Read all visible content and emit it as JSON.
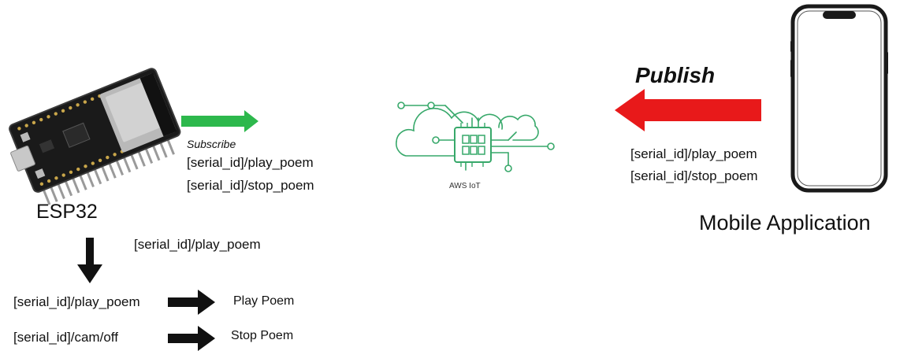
{
  "esp32": {
    "label": "ESP32",
    "icon": "esp32-board-icon"
  },
  "subscribe": {
    "label": "Subscribe",
    "topics": [
      "[serial_id]/play_poem",
      "[serial_id]/stop_poem"
    ],
    "arrow_color": "#2db84c"
  },
  "aws": {
    "label": "AWS IoT",
    "icon": "aws-iot-cloud-icon",
    "color": "#37a86a"
  },
  "publish": {
    "label": "Publish",
    "topics": [
      "[serial_id]/play_poem",
      "[serial_id]/stop_poem"
    ],
    "arrow_color": "#e8191a"
  },
  "mobile": {
    "label": "Mobile Application",
    "icon": "smartphone-icon"
  },
  "flow": {
    "incoming_topic": "[serial_id]/play_poem",
    "mappings": [
      {
        "topic": "[serial_id]/play_poem",
        "action": "Play Poem"
      },
      {
        "topic": "[serial_id]/cam/off",
        "action": "Stop Poem"
      }
    ]
  }
}
